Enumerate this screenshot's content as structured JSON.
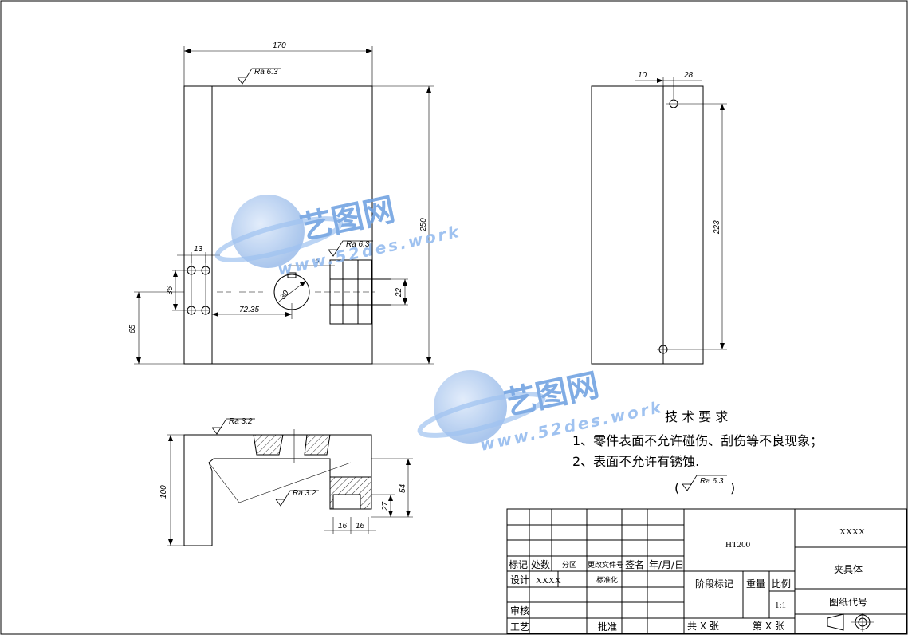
{
  "dims": {
    "w170": "170",
    "h250": "250",
    "d13": "13",
    "d5": "5",
    "d36": "36",
    "d65": "65",
    "d7235": "72.35",
    "d22": "22",
    "d30": "30",
    "d100": "100",
    "d54": "54",
    "d27": "27",
    "d16a": "16",
    "d16b": "16",
    "d10": "10",
    "d28": "28",
    "d223": "223"
  },
  "roughness": {
    "front_top": "Ra 6.3",
    "front_boss": "Ra 6.3",
    "section_top": "Ra 3.2",
    "section_inner": "Ra 3.2",
    "note_symbol": "Ra 6.3"
  },
  "notes": {
    "title": "技 术 要 求",
    "line1": "1、零件表面不允许碰伤、刮伤等不良现象；",
    "line2": "2、表面不允许有锈蚀.",
    "paren_open": "(",
    "paren_close": ")"
  },
  "title_block": {
    "material": "HT200",
    "company": "XXXX",
    "part_name": "夹具体",
    "drawing_no_label": "图纸代号",
    "stage_label": "阶段标记",
    "weight_label": "重量",
    "scale_label": "比例",
    "scale_value": "1:1",
    "sheets_label": "共 X 张",
    "sheet_label": "第 X 张",
    "h_mark": "标记",
    "h_count": "处数",
    "h_zone": "分区",
    "h_docno": "更改文件号",
    "h_sign": "签名",
    "h_date": "年/月/日",
    "design_label": "设计",
    "design_value": "XXXX",
    "standard_label": "标准化",
    "check_label": "审核",
    "process_label": "工艺",
    "approve_label": "批准"
  },
  "watermark": {
    "brand": "艺图网",
    "url": "www.52des.work"
  }
}
